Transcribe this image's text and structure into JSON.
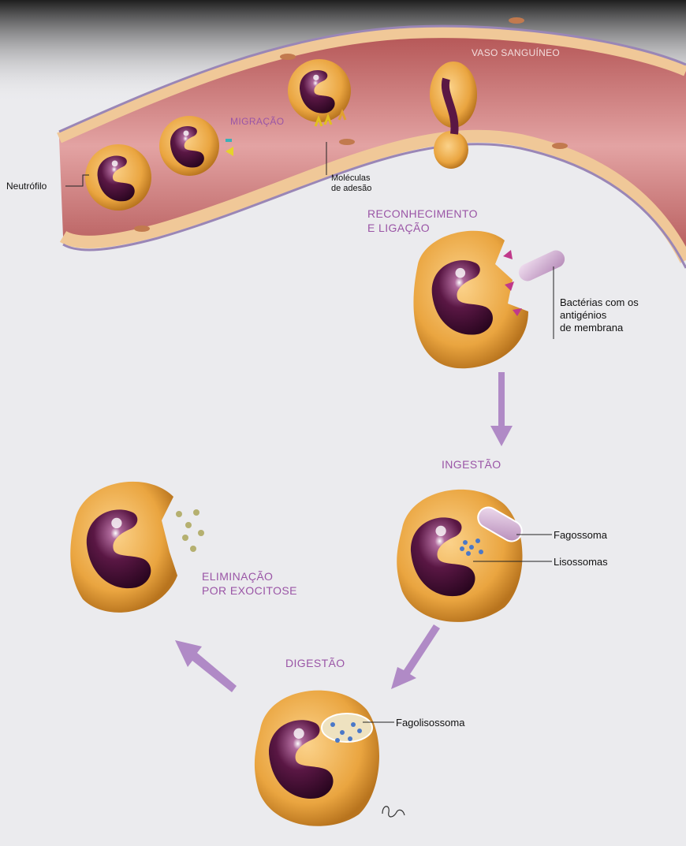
{
  "labels": {
    "vaso": "VASO SANGUÍNEO",
    "migracao": "MIGRAÇÃO",
    "neutrofilo": "Neutrófilo",
    "moleculas_line1": "Moléculas",
    "moleculas_line2": "de adesão",
    "reconhecimento_line1": "RECONHECIMENTO",
    "reconhecimento_line2": "E LIGAÇÃO",
    "bacterias_line1": "Bactérias com os",
    "bacterias_line2": "antigénios",
    "bacterias_line3": "de membrana",
    "ingestao": "INGESTÃO",
    "fagossoma": "Fagossoma",
    "lisossomas": "Lisossomas",
    "digestao": "DIGESTÃO",
    "fagolisossoma": "Fagolisossoma",
    "eliminacao_line1": "ELIMINAÇÃO",
    "eliminacao_line2": "POR EXOCITOSE"
  },
  "colors": {
    "background": "#ebebee",
    "vessel_lumen": "#c66f6f",
    "vessel_wall": "#f0c898",
    "cell_body": "#efb24d",
    "nucleus": "#4a0f35",
    "arrow": "#b08ac6",
    "stage_text": "#9a55a6"
  }
}
